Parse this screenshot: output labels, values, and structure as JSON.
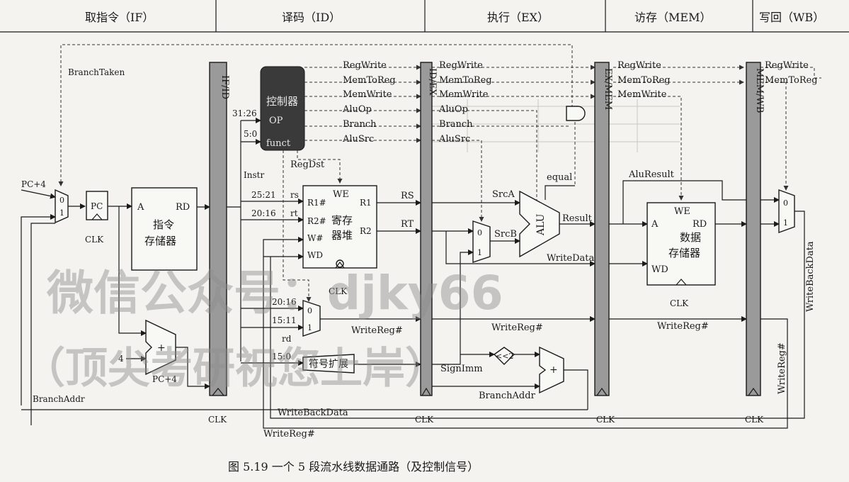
{
  "stages": {
    "if": "取指令（IF）",
    "id": "译码（ID）",
    "ex": "执行（EX）",
    "mem": "访存（MEM）",
    "wb": "写回（WB）"
  },
  "pipeline_registers": {
    "ifid": "IF/ID",
    "idex": "ID/EX",
    "exmem": "EX/MEM",
    "memwb": "MEM/WB"
  },
  "controller": {
    "title": "控制器",
    "op": "OP",
    "funct": "funct"
  },
  "control_signals": {
    "regwrite": "RegWrite",
    "memtoreg": "MemToReg",
    "memwrite": "MemWrite",
    "aluop": "AluOp",
    "branch": "Branch",
    "alusrc": "AluSrc",
    "regdst": "RegDst"
  },
  "instr_fields": {
    "f31_26": "31:26",
    "f5_0": "5:0",
    "f25_21": "25:21",
    "f20_16": "20:16",
    "f20_16b": "20:16",
    "f15_11": "15:11",
    "f15_0": "15:0",
    "instr": "Instr",
    "rs": "rs",
    "rt": "rt",
    "rd": "rd"
  },
  "pc": {
    "pc_label": "PC",
    "pc_plus4": "PC+4",
    "pc_plus4_b": "PC+4",
    "four": "4",
    "plus": "+",
    "mux0": "0",
    "mux1": "1",
    "branch_taken": "BranchTaken",
    "branch_addr": "BranchAddr",
    "branch_addr_ex": "BranchAddr"
  },
  "instr_mem": {
    "a": "A",
    "rd": "RD",
    "line1": "指令",
    "line2": "存储器"
  },
  "regfile": {
    "we": "WE",
    "r1": "R1#",
    "r2": "R2#",
    "w": "W#",
    "wd": "WD",
    "out1": "R1",
    "out2": "R2",
    "line1": "寄存",
    "line2": "器堆"
  },
  "regdst_mux": {
    "in0": "0",
    "in1": "1"
  },
  "sign_ext": "符号扩展",
  "ex": {
    "rs": "RS",
    "rt": "RT",
    "srca": "SrcA",
    "srcb": "SrcB",
    "alu": "ALU",
    "equal": "equal",
    "result": "Result",
    "writedata": "WriteData",
    "writereg": "WriteReg#",
    "signimm": "SignImm",
    "shift": "<<2",
    "plus": "+",
    "mux0": "0",
    "mux1": "1"
  },
  "mem": {
    "aluresult": "AluResult",
    "we": "WE",
    "a": "A",
    "rd": "RD",
    "wd": "WD",
    "line1": "数据",
    "line2": "存储器",
    "writereg": "WriteReg#"
  },
  "wb": {
    "mux0": "0",
    "mux1": "1",
    "writebackdata": "WriteBackData",
    "writereg": "WriteReg#"
  },
  "bottom": {
    "writebackdata": "WriteBackData",
    "writereg": "WriteReg#"
  },
  "clk": "CLK",
  "watermark": {
    "line1": "微信公众号：djky66",
    "line2": "（顶尖考研祝您上岸）"
  },
  "caption": "图 5.19    一个 5 段流水线数据通路（及控制信号）"
}
